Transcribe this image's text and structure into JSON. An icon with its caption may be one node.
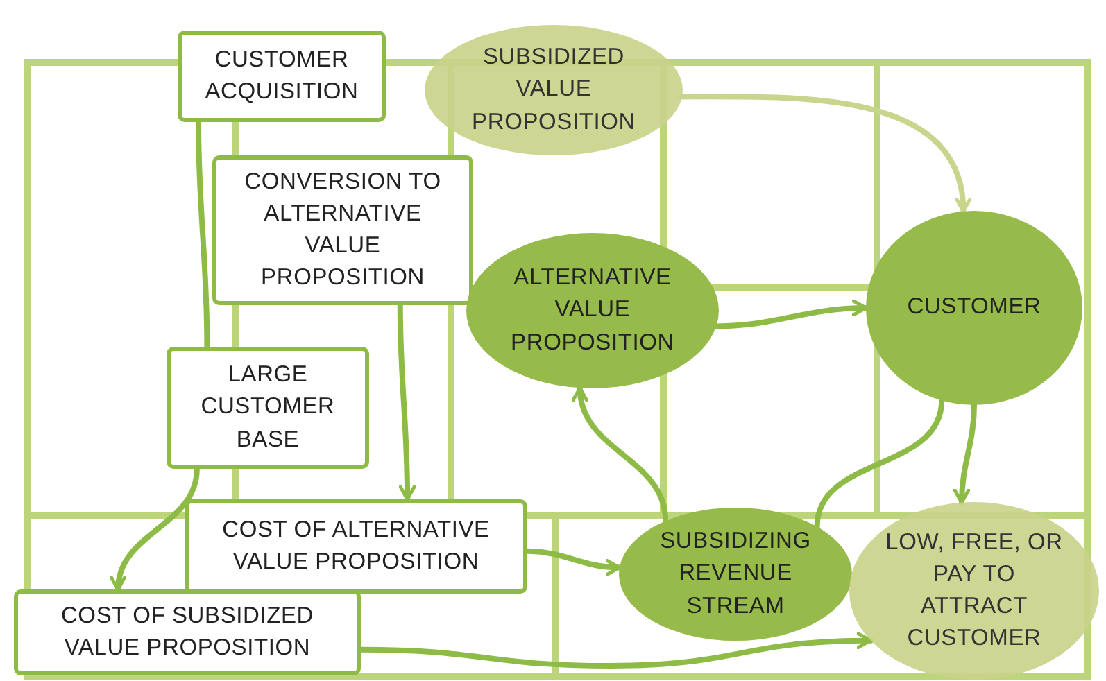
{
  "diagram": {
    "nodes": [
      {
        "text": [
          "CUSTOMER ACQUISITION"
        ]
      },
      {
        "text": [
          "SUBSIDIZED VALUE PROPOSITION"
        ]
      },
      {
        "text": [
          "CONVERSION TO ALTERNATIVE VALUE PROPOSITION"
        ]
      },
      {
        "text": [
          "ALTERNATIVE VALUE PROPOSITION"
        ]
      },
      {
        "text": [
          "CUSTOMER"
        ]
      },
      {
        "text": [
          "LARGE CUSTOMER BASE"
        ]
      },
      {
        "text": [
          "COST OF ALTERNATIVE VALUE PROPOSITION"
        ]
      },
      {
        "text": [
          "COST OF SUBSIDIZED VALUE PROPOSITION"
        ]
      },
      {
        "text": [
          "SUBSIDIZING REVENUE STREAM"
        ]
      },
      {
        "text": [
          "LOW, FREE, OR PAY TO ATTRACT CUSTOMER"
        ]
      }
    ],
    "edges": [
      {
        "from": 0,
        "to": 5,
        "arrow": "none"
      },
      {
        "from": 1,
        "to": 4,
        "arrow": "to",
        "color": "#c9d48c"
      },
      {
        "from": 2,
        "to": 6,
        "arrow": "to"
      },
      {
        "from": 3,
        "to": 4,
        "arrow": "to"
      },
      {
        "from": 4,
        "to": 9,
        "arrow": "to"
      },
      {
        "from": 8,
        "to": 4,
        "arrow": "none"
      },
      {
        "from": 5,
        "to": 7,
        "arrow": "to"
      },
      {
        "from": 6,
        "to": 8,
        "arrow": "to"
      },
      {
        "from": 8,
        "to": 3,
        "arrow": "to"
      },
      {
        "from": 7,
        "to": 9,
        "arrow": "to"
      }
    ]
  }
}
